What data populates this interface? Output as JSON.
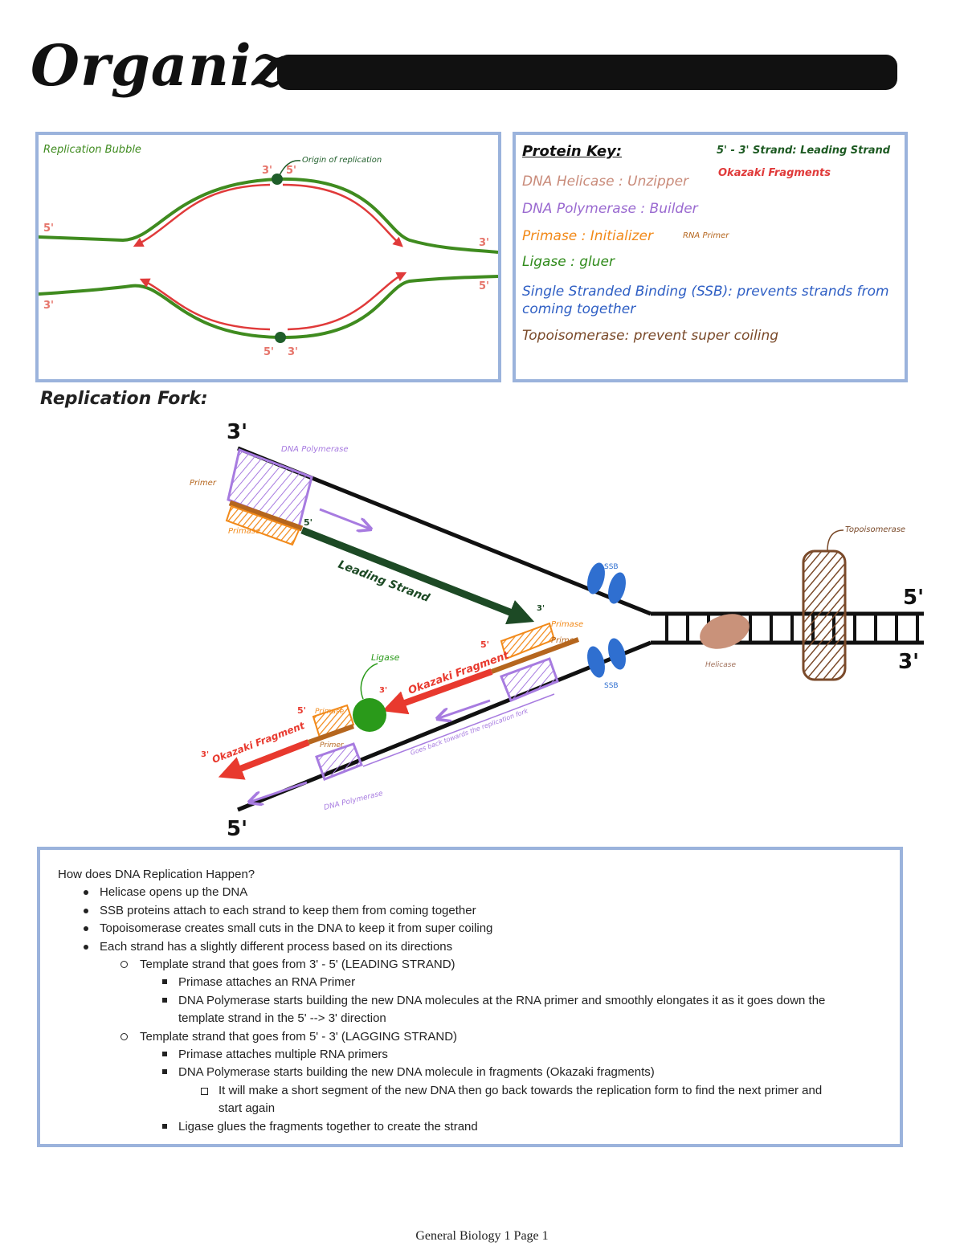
{
  "title": "Organizers",
  "bubble": {
    "heading": "Replication Bubble",
    "origin_label": "Origin of replication",
    "labels": {
      "top_left_5": "5'",
      "top_mid_3": "3'",
      "top_mid_5": "5'",
      "top_right_3": "3'",
      "bot_left_3": "3'",
      "bot_right_5": "5'",
      "bot_mid_5": "5'",
      "bot_mid_3": "3'"
    },
    "colors": {
      "strand": "#3f8b1f",
      "new_strand": "#e03a3a",
      "origin": "#1f5e2a"
    }
  },
  "key": {
    "heading": "Protein Key:",
    "items": [
      {
        "text": "DNA Helicase : Unzipper",
        "color": "#c98b7a"
      },
      {
        "text": "DNA Polymerase : Builder",
        "color": "#9a6ad0"
      },
      {
        "text": "Primase : Initializer",
        "color": "#f28a1a"
      },
      {
        "text": "Ligase : gluer",
        "color": "#2f8a1a"
      },
      {
        "text": "Single Stranded Binding (SSB): prevents strands from coming together",
        "color": "#2f5fc4"
      },
      {
        "text": "Topoisomerase: prevent super coiling",
        "color": "#7a4a2a"
      }
    ],
    "rna_primer_note": "RNA Primer",
    "legend_leading": "5' - 3' Strand: Leading Strand",
    "legend_okazaki": "Okazaki Fragments"
  },
  "fork": {
    "heading": "Replication Fork:",
    "end_labels": {
      "top_3": "3'",
      "bot_5": "5'",
      "right_5": "5'",
      "right_3": "3'"
    },
    "labels": {
      "dna_polymerase_top": "DNA Polymerase",
      "primer_top": "Primer",
      "primase_top": "Primase",
      "leading_5": "5'",
      "leading_strand": "Leading Strand",
      "leading_3": "3'",
      "ssb_top": "SSB",
      "ssb_bottom": "SSB",
      "helicase": "Helicase",
      "topoisomerase": "Topoisomerase",
      "primase_right": "Primase",
      "primer_right": "Primer",
      "okazaki_upper": "Okazaki Fragment",
      "okazaki_upper_5": "5'",
      "okazaki_upper_3": "3'",
      "ligase": "Ligase",
      "primase_lower": "Primase",
      "primer_lower": "Primer",
      "okazaki_lower": "Okazaki Fragment",
      "okazaki_lower_3": "3'",
      "okazaki_lower_5": "5'",
      "goes_back_note": "Goes back towards the replication fork",
      "dna_polymerase_bottom": "DNA Polymerase"
    },
    "colors": {
      "template": "#111111",
      "leading": "#1d4a25",
      "okazaki": "#e8392e",
      "primase": "#f28a1a",
      "primer": "#b5661e",
      "polymerase": "#a77be0",
      "ssb": "#2f6fd0",
      "helicase": "#c9927a",
      "topo": "#7a4a2a",
      "ligase": "#2a9a1a"
    }
  },
  "notes": {
    "heading": "How does DNA Replication Happen?",
    "items": [
      {
        "level": 1,
        "text": "Helicase opens up the DNA"
      },
      {
        "level": 1,
        "text": "SSB proteins attach to each strand to keep them from coming together"
      },
      {
        "level": 1,
        "text": "Topoisomerase creates small cuts in the DNA to keep it from super coiling"
      },
      {
        "level": 1,
        "text": "Each strand has a slightly different process based on its directions"
      },
      {
        "level": 2,
        "text": "Template strand that goes from 3' - 5' (LEADING STRAND)"
      },
      {
        "level": 3,
        "text": "Primase attaches an RNA Primer"
      },
      {
        "level": 3,
        "text": "DNA Polymerase starts building the new DNA molecules at the RNA primer and smoothly elongates it as it goes down the template strand in the 5' --> 3' direction"
      },
      {
        "level": 2,
        "text": "Template strand that goes from 5' - 3' (LAGGING STRAND)"
      },
      {
        "level": 3,
        "text": "Primase attaches multiple RNA primers"
      },
      {
        "level": 3,
        "text": "DNA Polymerase starts building the new DNA molecule in fragments (Okazaki fragments)"
      },
      {
        "level": 4,
        "text": "It will make a short segment of the new DNA then go back towards the replication form to find the next primer and start again"
      },
      {
        "level": 3,
        "text": "Ligase glues the fragments together to create the strand"
      }
    ]
  },
  "footer": "General Biology 1 Page 1"
}
